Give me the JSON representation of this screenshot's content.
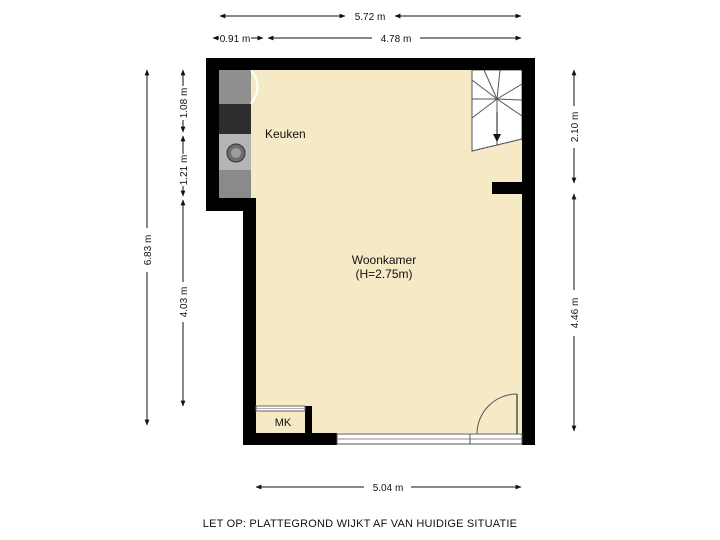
{
  "dimensions": {
    "top_total": "5.72 m",
    "top_left": "0.91 m",
    "top_right": "4.78 m",
    "bottom": "5.04 m",
    "left_total": "6.83 m",
    "left_upper": "1.08 m",
    "left_middle": "1.21 m",
    "left_lower": "4.03 m",
    "right_upper": "2.10 m",
    "right_lower": "4.46 m"
  },
  "rooms": {
    "kitchen": "Keuken",
    "living": "Woonkamer",
    "living_height": "(H=2.75m)",
    "meter_cupboard": "MK"
  },
  "footer_note": "LET OP: PLATTEGROND WIJKT AF VAN HUIDIGE SITUATIE",
  "colors": {
    "floor": "#f5e9c6",
    "wall": "#000000",
    "counter": "#9a9a9a",
    "counter_dark": "#2e2e2e"
  }
}
